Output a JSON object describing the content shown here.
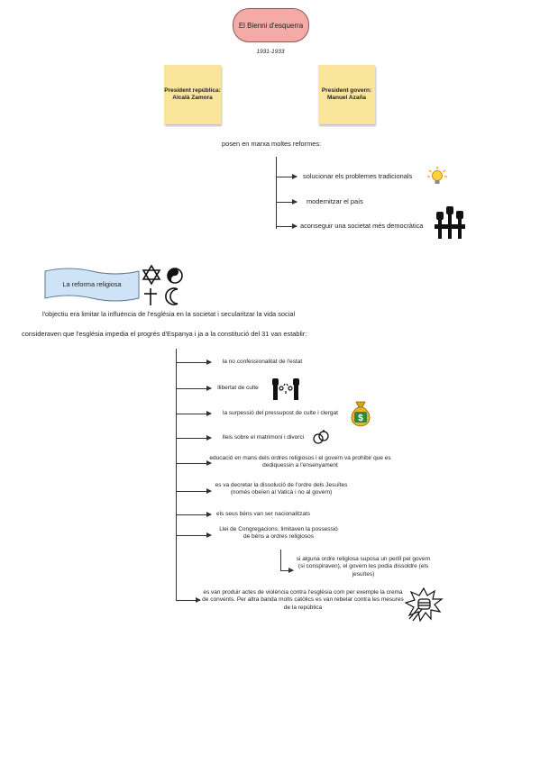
{
  "header": {
    "title": "El Bienni d'esquerra",
    "dates": "1931-1933"
  },
  "presidents": {
    "republic": "President república: Alcalà Zamora",
    "government": "President govern: Manuel Azaña"
  },
  "reforms": {
    "intro": "posen en marxa moltes reformes:",
    "items": [
      "solucionar els problemes tradicionals",
      "modernitzar el país",
      "aconseguir una societat més democràtica"
    ]
  },
  "religious": {
    "banner": "La reforma religiosa",
    "objective": "l'objectiu era limitar la influència de l'església en la societat i secularitzar la vida social",
    "considered": "consideraven que l'església impedia el progrés d'Espanya i ja a la constitució del 31 van establir:",
    "items": [
      "la no confessionalitat de l'estat",
      "llibertat de culte",
      "la surpessió del pressupost de culte i clergat",
      "lleis sobre el matrimoni i divorci",
      "educació en mans dels ordres religiosos i el govern va prohibir que es dediquessin a l'ensenyament",
      "es va decretar la dissolució de l'ordre dels Jesuïtes (només obeïen al Vaticà i no al govern)",
      "els seus béns van ser nacionalitzats",
      "Llei de Congregacions: limitaven la possessió de béns a ordres religiosos"
    ],
    "sub_item": "si alguna ordre religiosa suposa un perill pel govern (si conspiraven), el govern les podia dissoldre (els jesuïtes)",
    "violence": "es van produir actes de violència contra l'església com per exemple la crema de convents. Per altra banda molts catòlics es van rebelar contra les mesures de la república"
  },
  "icons": {
    "bulb": "lightbulb-icon",
    "fists": "raised-fists-icon",
    "religions": "religious-symbols-icon",
    "hands": "breaking-chains-icon",
    "money": "money-bag-icon",
    "rings": "wedding-rings-icon",
    "fist": "fist-punch-icon"
  },
  "colors": {
    "title_fill": "#f4aaa6",
    "sticky": "#fbe59c",
    "banner": "#cfe3f6"
  }
}
